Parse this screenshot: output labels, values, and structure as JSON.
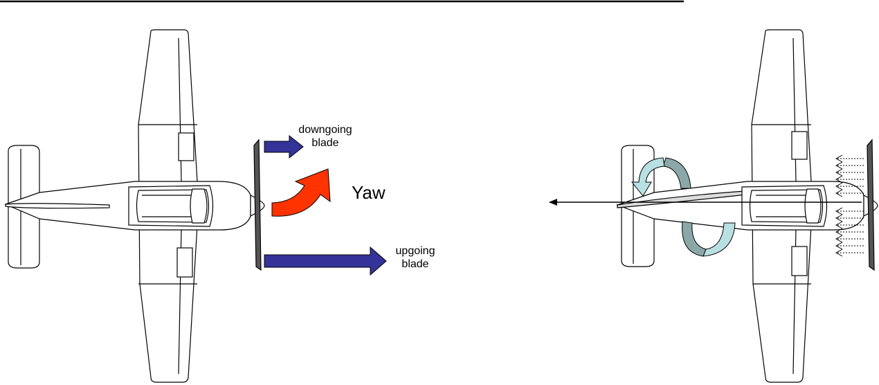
{
  "labels": {
    "downgoing_line1": "downgoing",
    "downgoing_line2": "blade",
    "upgoing_line1": "upgoing",
    "upgoing_line2": "blade",
    "yaw": "Yaw"
  },
  "colors": {
    "outline": "#000000",
    "blade_arrow": "#333399",
    "yaw_arrow": "#ff3300",
    "propeller": "#555555",
    "swirl_light": "#b8e0e2",
    "swirl_dark": "#8aa8a8"
  },
  "icons": {
    "blade_arrows": "right-arrow-icon",
    "yaw": "curved-arrow-icon",
    "slipstream": "helix-swirl-icon"
  }
}
